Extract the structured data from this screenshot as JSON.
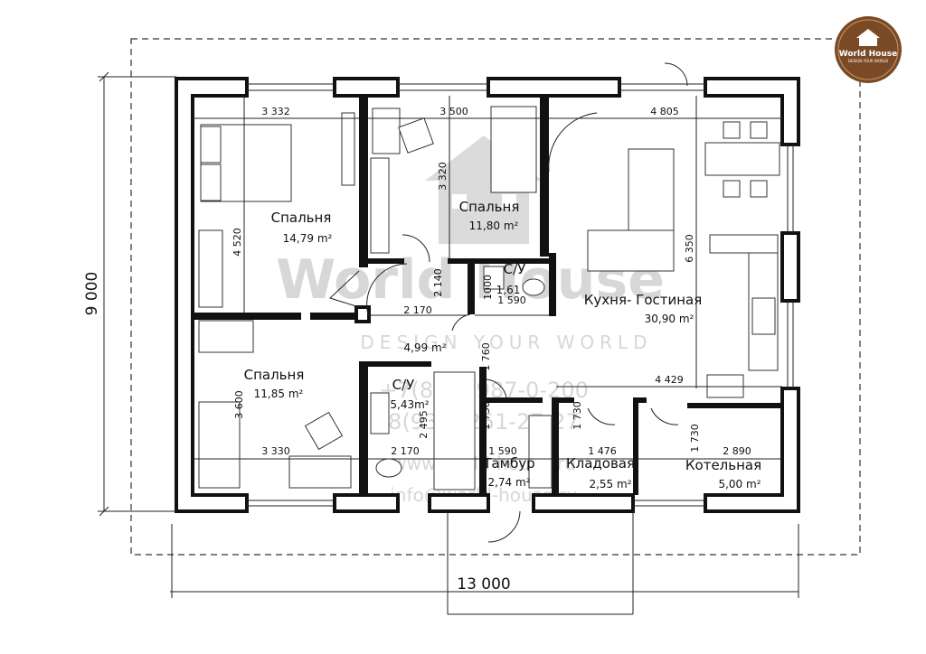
{
  "logo": {
    "name": "World House",
    "tagline": "DESIGN YOUR WORLD"
  },
  "watermark": {
    "brand": "World House",
    "tagline": "DESIGN YOUR WORLD",
    "phone1": "+7(812) 987-0-200",
    "phone2": "8(931) 251-27-27",
    "site": "www.world-house.ru",
    "mail": "info@world-house.ru"
  },
  "overall": {
    "width": "13 000",
    "height": "9 000"
  },
  "rooms": [
    {
      "name": "Спальня",
      "area": "14,79 m²"
    },
    {
      "name": "Спальня",
      "area": "11,80 m²"
    },
    {
      "name": "С/У",
      "area": "1,61"
    },
    {
      "name": "Кухня- Гостиная",
      "area": "30,90 m²"
    },
    {
      "name": "",
      "area": "4,99 m²"
    },
    {
      "name": "Спальня",
      "area": "11,85 m²"
    },
    {
      "name": "С/У",
      "area": "5,43m²"
    },
    {
      "name": "Тамбур",
      "area": "2,74 m²"
    },
    {
      "name": "Кладовая",
      "area": "2,55 m²"
    },
    {
      "name": "Котельная",
      "area": "5,00 m²"
    }
  ],
  "dims": {
    "d3332": "3 332",
    "d3500": "3 500",
    "d4805": "4 805",
    "d4520": "4 520",
    "d3320": "3 320",
    "d6350": "6 350",
    "d2140": "2 140",
    "d1000": "1000",
    "d1590a": "1 590",
    "d2170a": "2 170",
    "d1760": "1 760",
    "d4429": "4 429",
    "d3600": "3 600",
    "d2495": "2 495",
    "d1730a": "1 730",
    "d1730b": "1 730",
    "d1730c": "1 730",
    "d3330": "3 330",
    "d2170b": "2 170",
    "d1590b": "1 590",
    "d1476": "1 476",
    "d2890": "2 890"
  }
}
